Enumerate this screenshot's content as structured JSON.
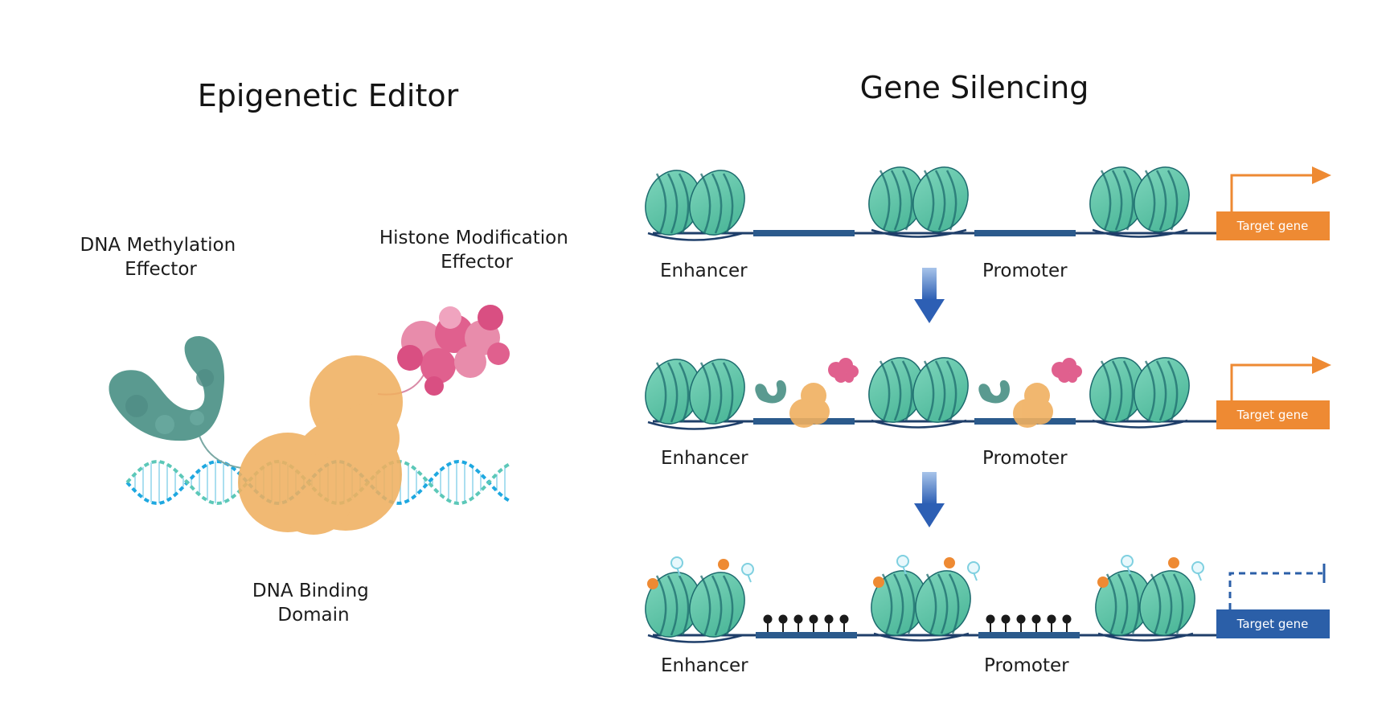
{
  "left_panel": {
    "title": "Epigenetic Editor",
    "methylation_label": [
      "DNA Methylation",
      "Effector"
    ],
    "histone_label": [
      "Histone Modification",
      "Effector"
    ],
    "binding_label": [
      "DNA Binding",
      "Domain"
    ]
  },
  "right_panel": {
    "title": "Gene Silencing",
    "rows": [
      {
        "enhancer": "Enhancer",
        "promoter": "Promoter",
        "gene": "Target gene",
        "state": "active"
      },
      {
        "enhancer": "Enhancer",
        "promoter": "Promoter",
        "gene": "Target gene",
        "state": "editor-bound"
      },
      {
        "enhancer": "Enhancer",
        "promoter": "Promoter",
        "gene": "Target gene",
        "state": "silenced"
      }
    ]
  },
  "colors": {
    "nucleosome": "#5fc4a8",
    "nucleosome_dark": "#1d6b6e",
    "dna_line": "#1f3f6a",
    "editor_orange": "#f0b060",
    "methylation_teal": "#5a9a90",
    "histone_pink": "#e0608e",
    "gene_active": "#ee8a33",
    "gene_silenced": "#2b5fa8",
    "arrow_blue": "#2d5fb4",
    "helix_blue": "#1ea8e0"
  }
}
